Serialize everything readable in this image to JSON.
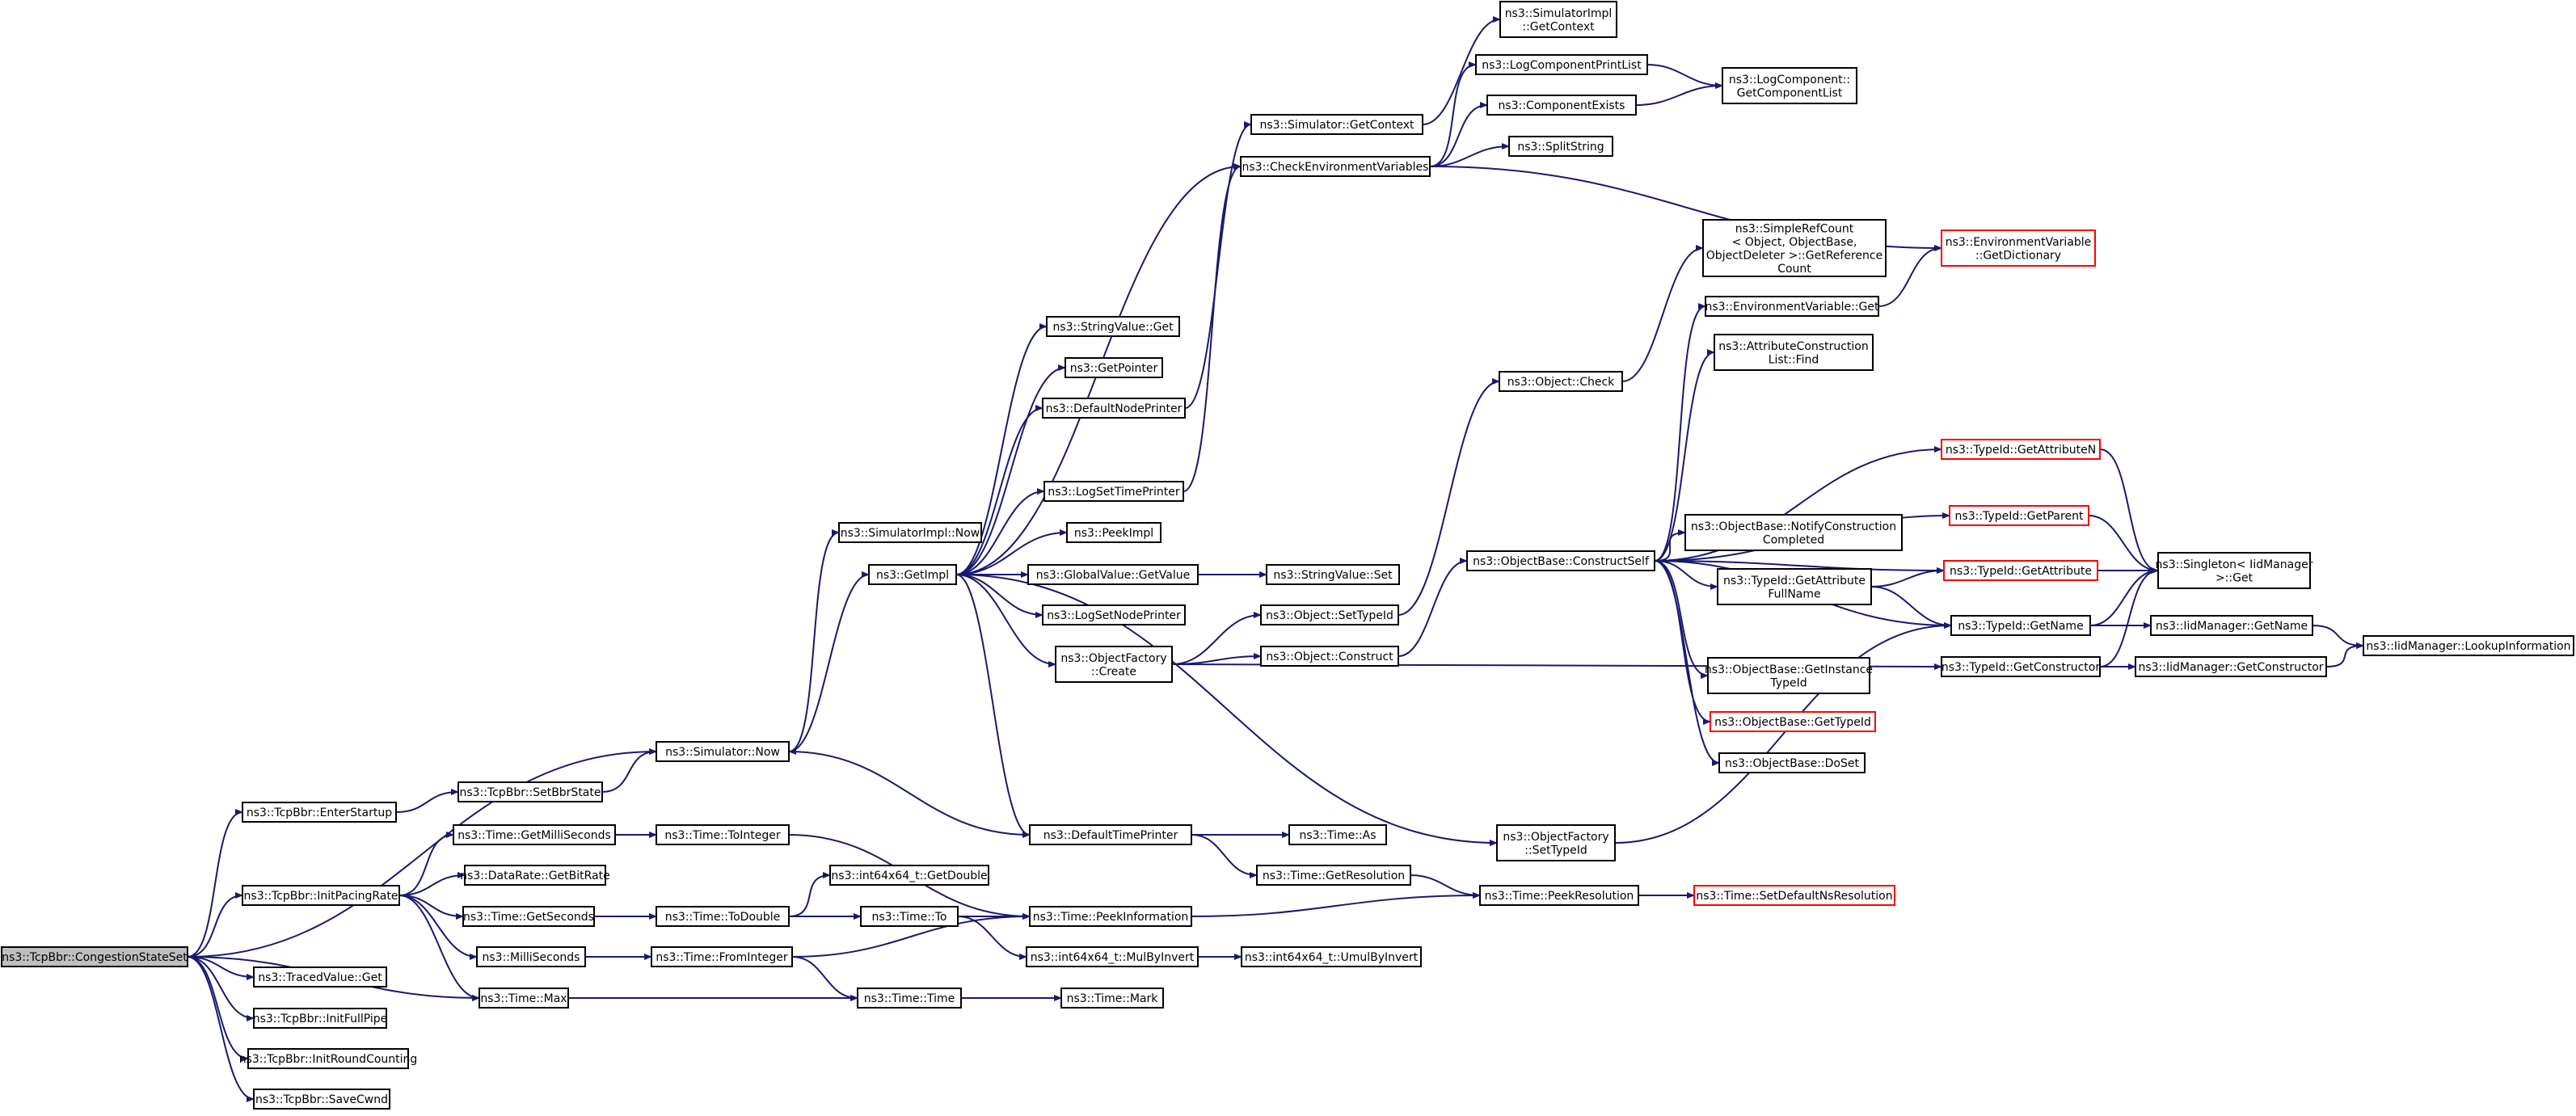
{
  "colors": {
    "edge": "#191970",
    "node_border": "#000000",
    "highlight_border": "#ff0000",
    "root_fill": "#bfbfbf"
  },
  "nodes": {
    "congestion_state_set": {
      "lines": [
        "ns3::TcpBbr::CongestionStateSet"
      ]
    },
    "enter_startup": {
      "lines": [
        "ns3::TcpBbr::EnterStartup"
      ]
    },
    "init_pacing_rate": {
      "lines": [
        "ns3::TcpBbr::InitPacingRate"
      ]
    },
    "traced_value_get": {
      "lines": [
        "ns3::TracedValue::Get"
      ]
    },
    "init_full_pipe": {
      "lines": [
        "ns3::TcpBbr::InitFullPipe"
      ]
    },
    "init_round_counting": {
      "lines": [
        "ns3::TcpBbr::InitRoundCounting"
      ]
    },
    "save_cwnd": {
      "lines": [
        "ns3::TcpBbr::SaveCwnd"
      ]
    },
    "set_bbr_state": {
      "lines": [
        "ns3::TcpBbr::SetBbrState"
      ]
    },
    "get_milli_seconds": {
      "lines": [
        "ns3::Time::GetMilliSeconds"
      ]
    },
    "get_bit_rate": {
      "lines": [
        "ns3::DataRate::GetBitRate"
      ]
    },
    "get_seconds": {
      "lines": [
        "ns3::Time::GetSeconds"
      ]
    },
    "milli_seconds": {
      "lines": [
        "ns3::MilliSeconds"
      ]
    },
    "time_max": {
      "lines": [
        "ns3::Time::Max"
      ]
    },
    "simulator_now": {
      "lines": [
        "ns3::Simulator::Now"
      ]
    },
    "to_integer": {
      "lines": [
        "ns3::Time::ToInteger"
      ]
    },
    "to_double": {
      "lines": [
        "ns3::Time::ToDouble"
      ]
    },
    "from_integer": {
      "lines": [
        "ns3::Time::FromInteger"
      ]
    },
    "get_double": {
      "lines": [
        "ns3::int64x64_t::GetDouble"
      ]
    },
    "time_to": {
      "lines": [
        "ns3::Time::To"
      ]
    },
    "time_time": {
      "lines": [
        "ns3::Time::Time"
      ]
    },
    "peek_information": {
      "lines": [
        "ns3::Time::PeekInformation"
      ]
    },
    "mul_by_invert": {
      "lines": [
        "ns3::int64x64_t::MulByInvert"
      ]
    },
    "time_mark": {
      "lines": [
        "ns3::Time::Mark"
      ]
    },
    "umul_by_invert": {
      "lines": [
        "ns3::int64x64_t::UmulByInvert"
      ]
    },
    "simulator_impl_now": {
      "lines": [
        "ns3::SimulatorImpl::Now"
      ]
    },
    "get_impl": {
      "lines": [
        "ns3::GetImpl"
      ]
    },
    "string_value_get": {
      "lines": [
        "ns3::StringValue::Get"
      ]
    },
    "get_pointer": {
      "lines": [
        "ns3::GetPointer"
      ]
    },
    "default_node_printer": {
      "lines": [
        "ns3::DefaultNodePrinter"
      ]
    },
    "log_set_time_printer": {
      "lines": [
        "ns3::LogSetTimePrinter"
      ]
    },
    "peek_impl": {
      "lines": [
        "ns3::PeekImpl"
      ]
    },
    "global_value_get_value": {
      "lines": [
        "ns3::GlobalValue::GetValue"
      ]
    },
    "log_set_node_printer": {
      "lines": [
        "ns3::LogSetNodePrinter"
      ]
    },
    "object_factory_create": {
      "lines": [
        "ns3::ObjectFactory",
        "::Create"
      ]
    },
    "default_time_printer": {
      "lines": [
        "ns3::DefaultTimePrinter"
      ]
    },
    "string_value_set": {
      "lines": [
        "ns3::StringValue::Set"
      ]
    },
    "simulator_get_context": {
      "lines": [
        "ns3::Simulator::GetContext"
      ]
    },
    "check_environment_variables": {
      "lines": [
        "ns3::CheckEnvironmentVariables"
      ]
    },
    "object_set_type_id": {
      "lines": [
        "ns3::Object::SetTypeId"
      ]
    },
    "object_construct": {
      "lines": [
        "ns3::Object::Construct"
      ]
    },
    "time_as": {
      "lines": [
        "ns3::Time::As"
      ]
    },
    "get_resolution": {
      "lines": [
        "ns3::Time::GetResolution"
      ]
    },
    "object_factory_set_type_id": {
      "lines": [
        "ns3::ObjectFactory",
        "::SetTypeId"
      ]
    },
    "simulator_impl_get_context": {
      "lines": [
        "ns3::SimulatorImpl",
        "::GetContext"
      ]
    },
    "log_component_print_list": {
      "lines": [
        "ns3::LogComponentPrintList"
      ]
    },
    "component_exists": {
      "lines": [
        "ns3::ComponentExists"
      ]
    },
    "split_string": {
      "lines": [
        "ns3::SplitString"
      ]
    },
    "object_check": {
      "lines": [
        "ns3::Object::Check"
      ]
    },
    "object_base_construct_self": {
      "lines": [
        "ns3::ObjectBase::ConstructSelf"
      ]
    },
    "peek_resolution": {
      "lines": [
        "ns3::Time::PeekResolution"
      ]
    },
    "log_component_get_component_list": {
      "lines": [
        "ns3::LogComponent::",
        "GetComponentList"
      ]
    },
    "simple_ref_count": {
      "lines": [
        "ns3::SimpleRefCount",
        "< Object, ObjectBase,",
        "ObjectDeleter >::GetReference",
        "Count"
      ]
    },
    "environment_variable_get": {
      "lines": [
        "ns3::EnvironmentVariable::Get"
      ]
    },
    "attribute_construction_list_find": {
      "lines": [
        "ns3::AttributeConstruction",
        "List::Find"
      ]
    },
    "notify_construction_completed": {
      "lines": [
        "ns3::ObjectBase::NotifyConstruction",
        "Completed"
      ]
    },
    "get_attribute_full_name": {
      "lines": [
        "ns3::TypeId::GetAttribute",
        "FullName"
      ]
    },
    "get_instance_type_id": {
      "lines": [
        "ns3::ObjectBase::GetInstance",
        "TypeId"
      ]
    },
    "object_base_get_type_id": {
      "lines": [
        "ns3::ObjectBase::GetTypeId"
      ]
    },
    "object_base_do_set": {
      "lines": [
        "ns3::ObjectBase::DoSet"
      ]
    },
    "set_default_ns_resolution": {
      "lines": [
        "ns3::Time::SetDefaultNsResolution"
      ]
    },
    "environment_variable_get_dictionary": {
      "lines": [
        "ns3::EnvironmentVariable",
        "::GetDictionary"
      ]
    },
    "type_id_get_attribute_n": {
      "lines": [
        "ns3::TypeId::GetAttributeN"
      ]
    },
    "type_id_get_parent": {
      "lines": [
        "ns3::TypeId::GetParent"
      ]
    },
    "type_id_get_attribute": {
      "lines": [
        "ns3::TypeId::GetAttribute"
      ]
    },
    "type_id_get_name": {
      "lines": [
        "ns3::TypeId::GetName"
      ]
    },
    "type_id_get_constructor": {
      "lines": [
        "ns3::TypeId::GetConstructor"
      ]
    },
    "singleton_iid_manager_get": {
      "lines": [
        "ns3::Singleton< IidManager",
        ">::Get"
      ]
    },
    "iid_manager_get_name": {
      "lines": [
        "ns3::IidManager::GetName"
      ]
    },
    "iid_manager_get_constructor": {
      "lines": [
        "ns3::IidManager::GetConstructor"
      ]
    },
    "iid_manager_lookup_information": {
      "lines": [
        "ns3::IidManager::LookupInformation"
      ]
    }
  }
}
